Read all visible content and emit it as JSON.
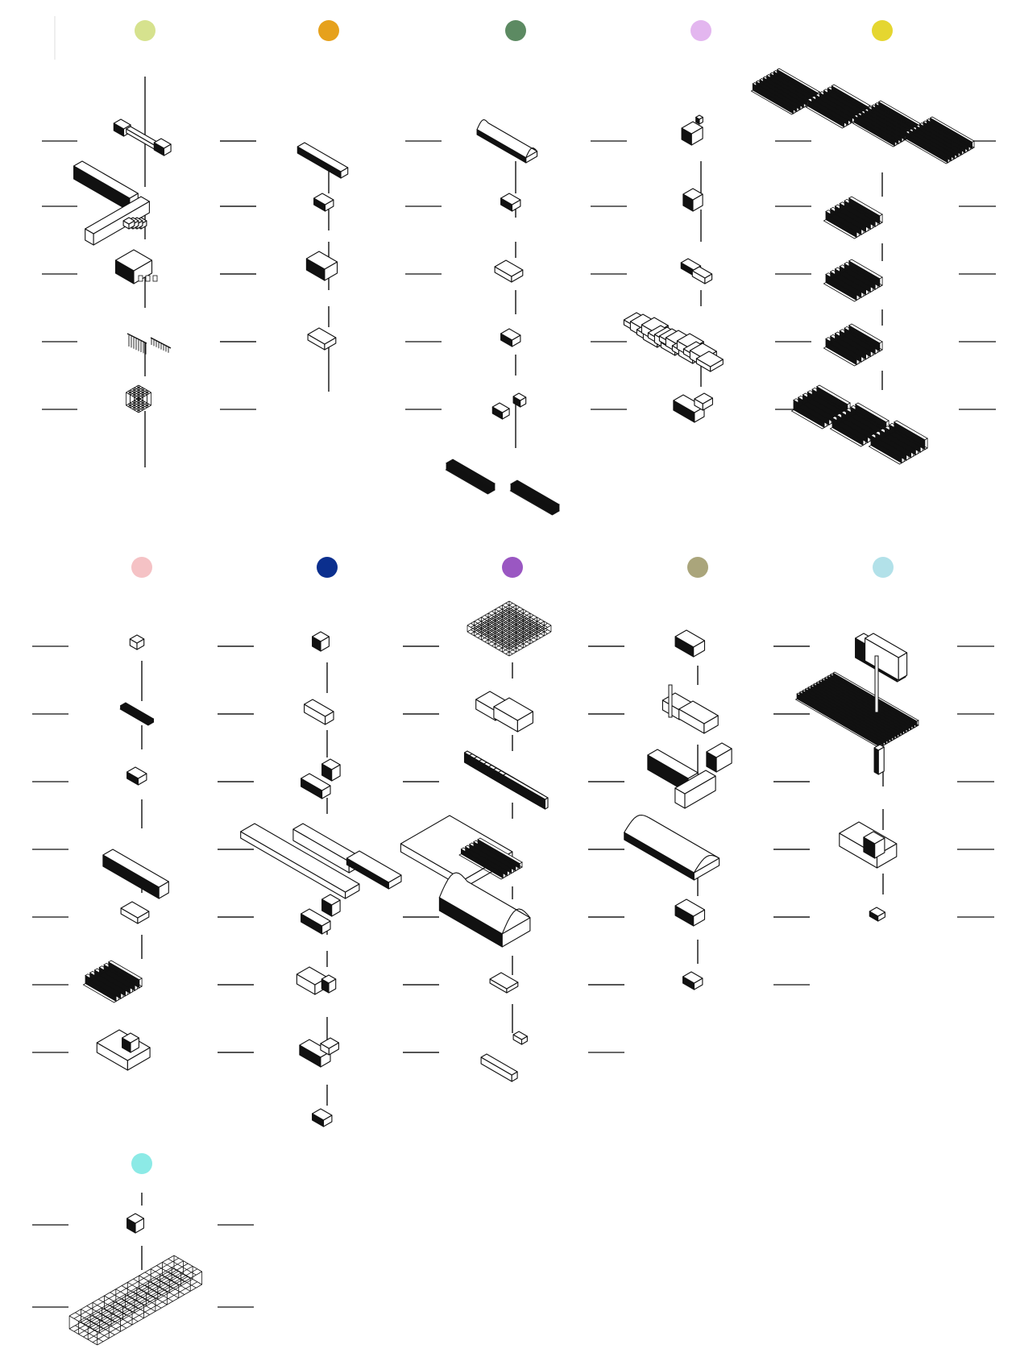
{
  "diagram": {
    "title": "",
    "groups": [
      {
        "id": "g1",
        "color": "#d6e28e",
        "levels": 5,
        "models": [
          "corridor-block",
          "winged-complex",
          "perforated-cube",
          "truss-frames",
          "lattice-box"
        ]
      },
      {
        "id": "g2",
        "color": "#e6a11c",
        "levels": 4,
        "models": [
          "long-slab",
          "small-box",
          "wedge-block",
          "flat-box"
        ]
      },
      {
        "id": "g3",
        "color": "#5c8a62",
        "levels": 5,
        "models": [
          "vault-slab",
          "small-box",
          "flat-box",
          "small-box",
          "split-boxes",
          "sawtooth-rows"
        ]
      },
      {
        "id": "g4",
        "color": "#e3b6ef",
        "levels": 5,
        "models": [
          "tower-cluster",
          "gable-house",
          "offset-pair",
          "roof-field",
          "l-block"
        ]
      },
      {
        "id": "g5",
        "color": "#e5d630",
        "levels": 5,
        "models": [
          "ribbed-strip",
          "ribbed-block",
          "ribbed-block",
          "ribbed-block",
          "ribbed-triple"
        ]
      },
      {
        "id": "g6",
        "color": "#f5c2c5",
        "levels": 7,
        "models": [
          "tiny-house",
          "slat-bar",
          "small-box",
          "long-bar",
          "flat-box",
          "ribbed-block",
          "courtyard-block"
        ]
      },
      {
        "id": "g7",
        "color": "#0b2f8e",
        "levels": 8,
        "models": [
          "cube",
          "bar",
          "step-bar",
          "long-complex",
          "step-bar",
          "notched-box",
          "l-block",
          "small-box"
        ]
      },
      {
        "id": "g8",
        "color": "#9a57c2",
        "levels": 7,
        "models": [
          "space-frame",
          "gable-pair",
          "frame-bays",
          "hall-roof",
          "ridge-hall",
          "tray",
          "stick-box"
        ]
      },
      {
        "id": "g9",
        "color": "#aaa57b",
        "levels": 6,
        "models": [
          "dense-block",
          "chimney-sheds",
          "u-block",
          "wave-roof",
          "dense-block",
          "small-box"
        ]
      },
      {
        "id": "g10",
        "color": "#b2e1e9",
        "levels": 5,
        "models": [
          "twin-block",
          "long-shed",
          "tower",
          "sloped-hall",
          "tiny-block"
        ]
      },
      {
        "id": "g11",
        "color": "#8ceae6",
        "levels": 2,
        "models": [
          "cube",
          "grid-frame"
        ]
      }
    ]
  }
}
